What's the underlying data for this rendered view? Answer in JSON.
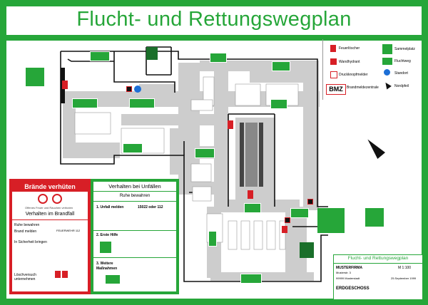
{
  "title": "Flucht- und Rettungswegplan",
  "legend": {
    "left": [
      "Feuerlöscher",
      "Wandhydrant",
      "Druckknopfmelder",
      "Brandmeldezentrale"
    ],
    "right": [
      "Sammelplatz",
      "Fluchtweg",
      "Standort",
      "Nordpfeil"
    ],
    "bmz": "BMZ"
  },
  "fire_box": {
    "heading": "Brände verhüten",
    "small_note": "Offenes Feuer und Rauchen verboten",
    "subheading": "Verhalten im Brandfall",
    "rows": [
      "Ruhe bewahren",
      "Brand melden",
      "In Sicherheit bringen",
      "Löschversuch unternehmen"
    ],
    "phone": "FEUERWEHR 112"
  },
  "accident_box": {
    "heading": "Verhalten bei Unfällen",
    "subheading": "Ruhe bewahren",
    "step1": "1. Unfall melden",
    "step1_num": "15022 oder 112",
    "step2": "2. Erste Hilfe",
    "step3": "3. Weitere Maßnahmen"
  },
  "info_block": {
    "title": "Flucht- und Rettungswegplan",
    "company": "MUSTERFIRMA",
    "street": "Musterstr. 3",
    "city": "99999 Musterstadt",
    "scale": "M 1:100",
    "date": "25.September 1999",
    "floor": "ERDGESCHOSS"
  },
  "colors": {
    "green": "#26a639",
    "red": "#d71f26",
    "gray": "#cdcdcd",
    "blue": "#1d6fd6"
  }
}
